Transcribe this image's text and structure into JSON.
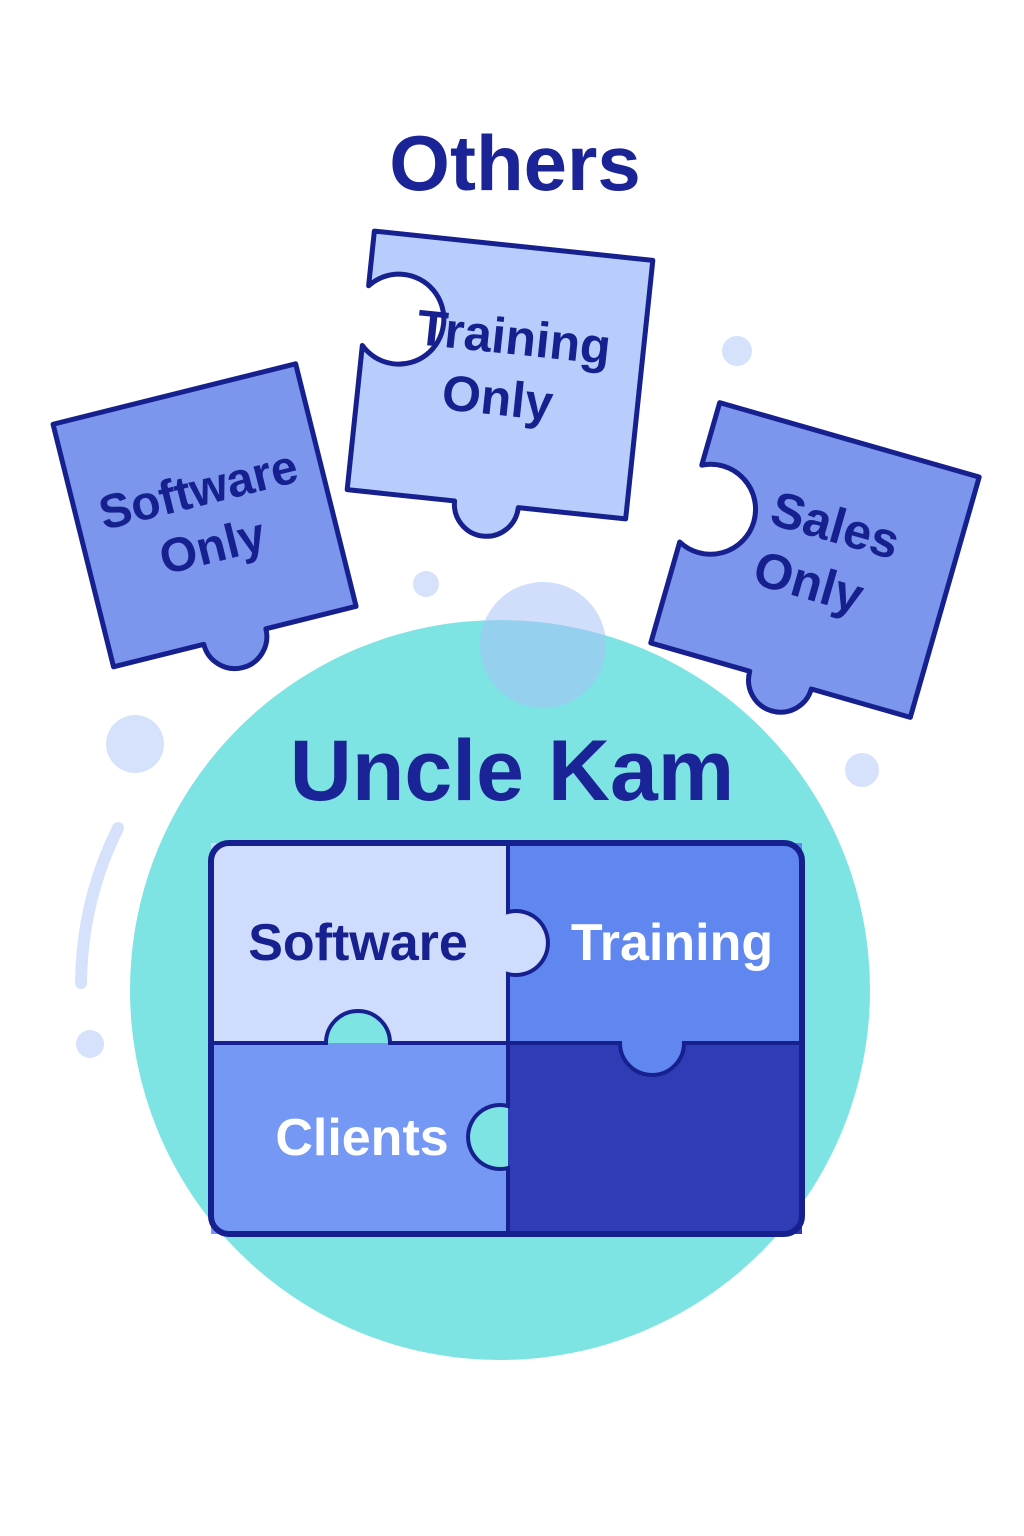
{
  "title_top": "Others",
  "title_main": "Uncle Kam",
  "loose_pieces": [
    {
      "line1": "Software",
      "line2": "Only"
    },
    {
      "line1": "Training",
      "line2": "Only"
    },
    {
      "line1": "Sales",
      "line2": "Only"
    }
  ],
  "puzzle": {
    "top_left": "Software",
    "top_right": "Training",
    "bottom_left": "Clients",
    "bottom_right": ""
  },
  "colors": {
    "outline": "#17208f",
    "title": "#1a2496",
    "circle": "#7de3e3",
    "piece_light": "#cfdcfd",
    "piece_mid": "#6086f0",
    "piece_midlight": "#7598f5",
    "piece_dark": "#2e3db5",
    "loose_blue": "#7b96ec",
    "loose_light": "#b8cdfb",
    "dot": "#d6e1fb"
  }
}
